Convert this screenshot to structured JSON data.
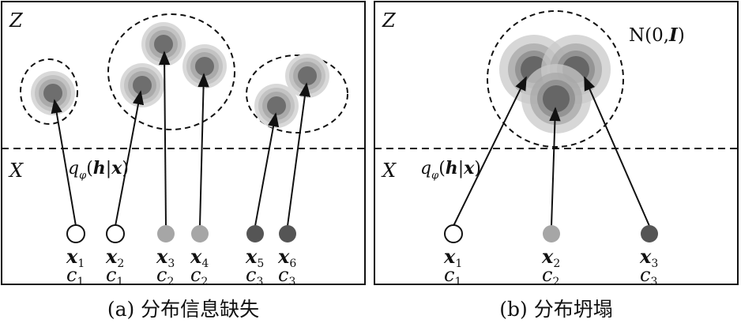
{
  "left": {
    "space_z": "Z",
    "space_x": "X",
    "posterior": {
      "q": "q",
      "phi": "φ",
      "open": "(",
      "h": "h",
      "bar": "|",
      "x": "x",
      "close": ")"
    },
    "inputs": [
      {
        "x": "x",
        "sub": "1",
        "c": "c",
        "csub": "1"
      },
      {
        "x": "x",
        "sub": "2",
        "c": "c",
        "csub": "1"
      },
      {
        "x": "x",
        "sub": "3",
        "c": "c",
        "csub": "2"
      },
      {
        "x": "x",
        "sub": "4",
        "c": "c",
        "csub": "2"
      },
      {
        "x": "x",
        "sub": "5",
        "c": "c",
        "csub": "3"
      },
      {
        "x": "x",
        "sub": "6",
        "c": "c",
        "csub": "3"
      }
    ],
    "caption": "(a) 分布信息缺失"
  },
  "right": {
    "space_z": "Z",
    "space_x": "X",
    "posterior": {
      "q": "q",
      "phi": "φ",
      "open": "(",
      "h": "h",
      "bar": "|",
      "x": "x",
      "close": ")"
    },
    "prior": {
      "n": "N(0,",
      "i": "I",
      "close": ")"
    },
    "inputs": [
      {
        "x": "x",
        "sub": "1",
        "c": "c",
        "csub": "1"
      },
      {
        "x": "x",
        "sub": "2",
        "c": "c",
        "csub": "2"
      },
      {
        "x": "x",
        "sub": "3",
        "c": "c",
        "csub": "3"
      }
    ],
    "caption": "(b) 分布坍塌"
  },
  "colors": {
    "class1": "#ffffff",
    "class2": "#a6a6a6",
    "class3": "#555555",
    "latent_center": "#6e6e6e",
    "latent_halo": "#bdbdbd"
  }
}
